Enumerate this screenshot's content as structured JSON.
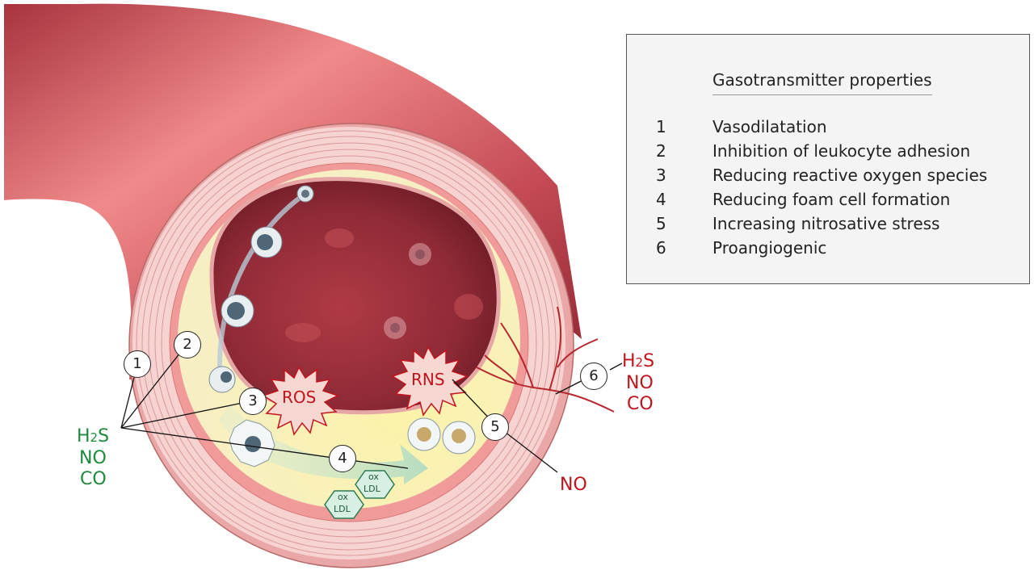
{
  "legend": {
    "title": "Gasotransmitter properties",
    "items": [
      {
        "num": "1",
        "text": "Vasodilatation"
      },
      {
        "num": "2",
        "text": "Inhibition of leukocyte adhesion"
      },
      {
        "num": "3",
        "text": "Reducing reactive oxygen species"
      },
      {
        "num": "4",
        "text": "Reducing foam cell formation"
      },
      {
        "num": "5",
        "text": "Increasing nitrosative stress"
      },
      {
        "num": "6",
        "text": "Proangiogenic"
      }
    ]
  },
  "left_gases": {
    "h2s_h": "H",
    "h2s_sub": "2",
    "h2s_s": "S",
    "no": "NO",
    "co": "CO"
  },
  "right_gases": {
    "h2s_h": "H",
    "h2s_sub": "2",
    "h2s_s": "S",
    "no": "NO",
    "co": "CO"
  },
  "bottom_no": "NO",
  "ros_label": "ROS",
  "rns_label": "RNS",
  "oxldl": [
    {
      "line1": "ox",
      "line2": "LDL"
    },
    {
      "line1": "ox",
      "line2": "LDL"
    }
  ],
  "markers": [
    "1",
    "2",
    "3",
    "4",
    "5",
    "6"
  ],
  "colors": {
    "green": "#1e8a3c",
    "red": "#c0141c",
    "vessel": "#b84350",
    "intima": "#f6eea8",
    "media": "#f3c2c2"
  }
}
